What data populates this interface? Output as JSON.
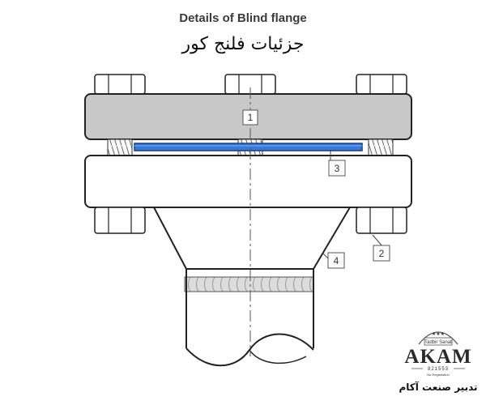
{
  "title": "Details of Blind flange",
  "title_fa": "جزئیات فلنج کور",
  "callouts": [
    "1",
    "2",
    "3",
    "4"
  ],
  "logo": {
    "top_text": "Tadbir Sanat",
    "brand": "AKAM",
    "code": "821553",
    "tagline": "No Registration",
    "persian": "تدبیر صنعت آکام"
  },
  "colors": {
    "blind_flange": "#c8c8c8",
    "gasket": "#3a78d8",
    "weld": "#d9d9d9",
    "outline": "#222222",
    "centerline": "#555555"
  }
}
